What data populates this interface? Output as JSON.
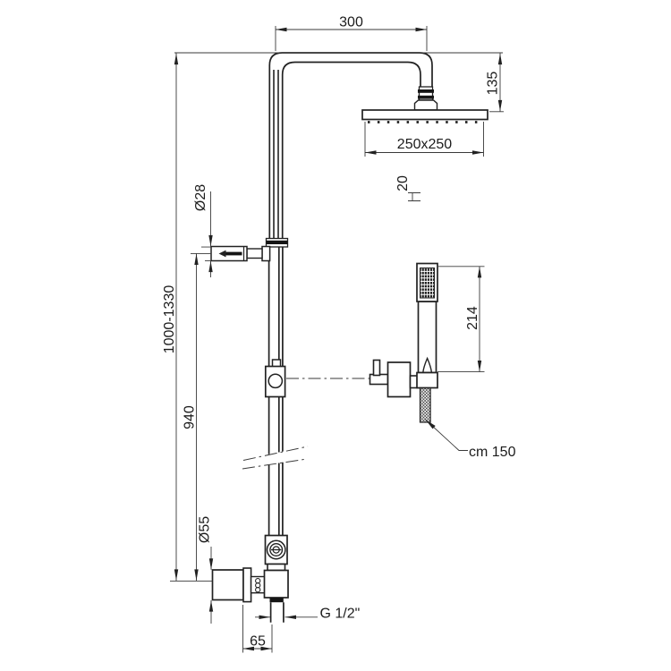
{
  "drawing": {
    "type": "shower-column-technical-drawing",
    "background": "#ffffff",
    "line_color": "#222222",
    "dimension_color": "#3a3a3a",
    "dimensions": {
      "arm_reach": "300",
      "head_drop": "135",
      "head_size": "250x250",
      "arm_pipe": "20",
      "diverter_diameter": "Ø28",
      "column_height_range": "1000-1330",
      "diverter_height": "940",
      "handshower_length": "214",
      "hose_length": "cm 150",
      "escutcheon_diameter": "Ø55",
      "outlet_thread": "G 1/2\"",
      "wall_offset": "65"
    }
  }
}
